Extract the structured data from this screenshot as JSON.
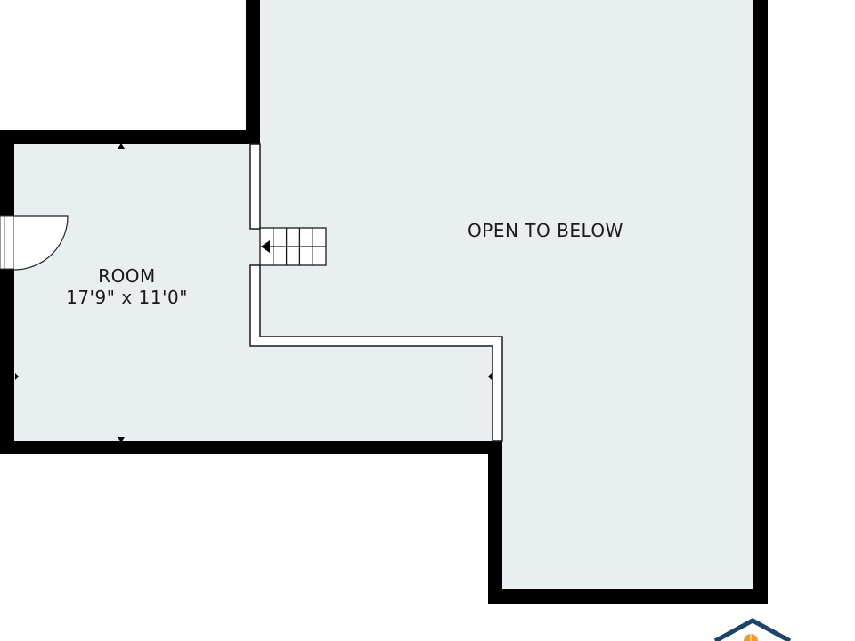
{
  "rooms": [
    {
      "name": "ROOM",
      "dimensions": "17'9\" x 11'0\""
    },
    {
      "name": "OPEN TO BELOW"
    }
  ],
  "colors": {
    "wall": "#000000",
    "floor": "#e9eef1",
    "logo_roof": "#1c4468",
    "logo_window": "#f29a2e"
  },
  "icons": {
    "stairs": "stairs-icon",
    "door": "door-swing-icon",
    "logo": "house-logo-icon"
  }
}
